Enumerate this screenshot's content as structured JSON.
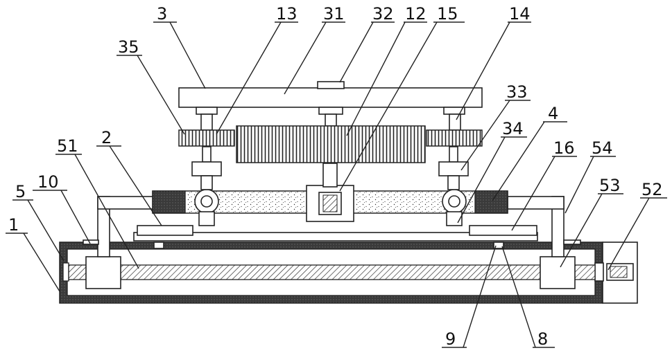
{
  "labels": {
    "l3": "3",
    "l13": "13",
    "l31": "31",
    "l32": "32",
    "l12": "12",
    "l15": "15",
    "l14": "14",
    "l35": "35",
    "l33": "33",
    "l4": "4",
    "l34": "34",
    "l2": "2",
    "l51": "51",
    "l16": "16",
    "l54": "54",
    "l10": "10",
    "l53": "53",
    "l5": "5",
    "l52": "52",
    "l1": "1",
    "l9": "9",
    "l8": "8"
  },
  "colors": {
    "line": "#222222",
    "wall": "#3a3a3a",
    "background": "#ffffff"
  }
}
